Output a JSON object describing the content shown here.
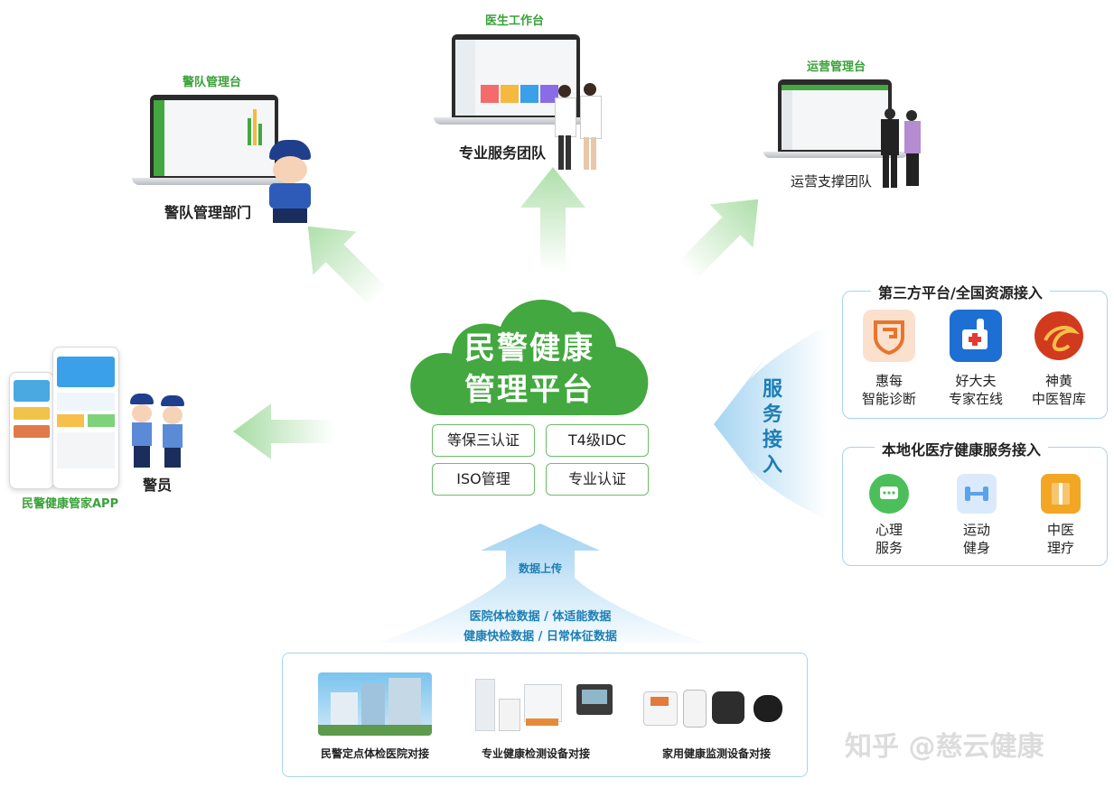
{
  "center": {
    "line1": "民警健康",
    "line2": "管理平台",
    "certs": [
      "等保三认证",
      "T4级IDC",
      "ISO管理",
      "专业认证"
    ]
  },
  "top_nodes": {
    "doctor": {
      "title": "医生工作台",
      "team": "专业服务团队"
    },
    "police_admin": {
      "title": "警队管理台",
      "team": "警队管理部门"
    },
    "ops": {
      "title": "运营管理台",
      "team": "运营支撑团队"
    }
  },
  "left_node": {
    "app_label": "民警健康管家APP",
    "user": "警员"
  },
  "right_side": {
    "vertical_label": [
      "服",
      "务",
      "接",
      "入"
    ],
    "third_party": {
      "title": "第三方平台/全国资源接入",
      "items": [
        {
          "line1": "惠每",
          "line2": "智能诊断",
          "color": "#f4b383"
        },
        {
          "line1": "好大夫",
          "line2": "专家在线",
          "color": "#1e6fd3"
        },
        {
          "line1": "神黄",
          "line2": "中医智库",
          "color": "#d23a1e"
        }
      ]
    },
    "local": {
      "title": "本地化医疗健康服务接入",
      "items": [
        {
          "line1": "心理",
          "line2": "服务",
          "color": "#4cbf5a"
        },
        {
          "line1": "运动",
          "line2": "健身",
          "color": "#5aa3e8"
        },
        {
          "line1": "中医",
          "line2": "理疗",
          "color": "#f2a623"
        }
      ]
    }
  },
  "upload": {
    "label": "数据上传",
    "line1": "医院体检数据 / 体适能数据",
    "line2": "健康快检数据 / 日常体征数据"
  },
  "bottom": {
    "items": [
      {
        "caption": "民警定点体检医院对接"
      },
      {
        "caption": "专业健康检测设备对接"
      },
      {
        "caption": "家用健康监测设备对接"
      }
    ]
  },
  "watermark": "知乎 @慈云健康",
  "colors": {
    "green": "#3aa13a",
    "cloud": "#43a83f",
    "blue": "#1d7fb5",
    "panel_border": "#a9d4ea"
  }
}
